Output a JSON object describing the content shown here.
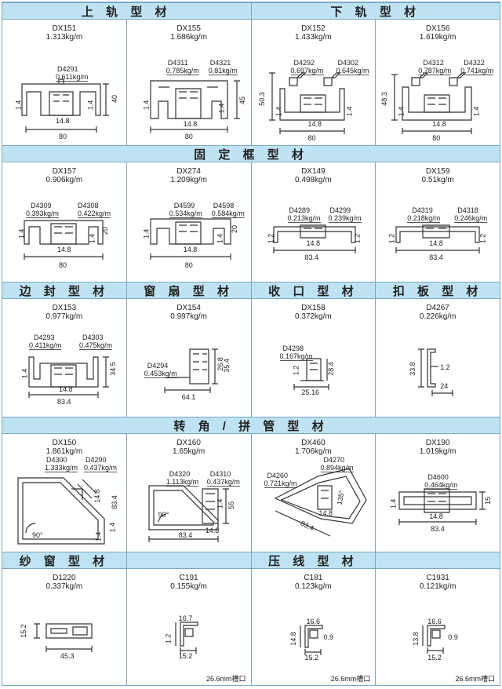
{
  "headers": {
    "row1": [
      "上 轨 型 材",
      "下 轨 型 材"
    ],
    "row2": [
      "固 定 框 型 材"
    ],
    "row3": [
      "边 封 型 材",
      "窗 扇 型 材",
      "收 口 型 材",
      "扣 板 型 材"
    ],
    "row4": [
      "转 角 / 拼 管 型 材"
    ],
    "row5": [
      "纱 窗 型 材",
      "压 线 型 材"
    ]
  },
  "profiles": {
    "dx151": {
      "code": "DX151",
      "weight": "1.313kg/m",
      "sub": [
        "D4291",
        "0.611kg/m"
      ],
      "dims": [
        "40",
        "1.4",
        "14.8",
        "1.4",
        "80"
      ]
    },
    "dx155": {
      "code": "DX155",
      "weight": "1.686kg/m",
      "sub": [
        "D4311",
        "0.785kg/m",
        "D4321",
        "0.81kg/m"
      ],
      "dims": [
        "1.4",
        "14.8",
        "45",
        "1.4",
        "80"
      ]
    },
    "dx152": {
      "code": "DX152",
      "weight": "1.433kg/m",
      "sub": [
        "D4292",
        "0.697kg/m",
        "D4302",
        "0.645kg/m"
      ],
      "dims": [
        "50.3",
        "1.4",
        "14.8",
        "1.4",
        "80"
      ]
    },
    "dx156": {
      "code": "DX156",
      "weight": "1.619kg/m",
      "sub": [
        "D4312",
        "0.787kg/m",
        "D4322",
        "0.741kg/m"
      ],
      "dims": [
        "48.3",
        "1.4",
        "14.8",
        "1.4",
        "80"
      ]
    },
    "dx157": {
      "code": "DX157",
      "weight": "0.906kg/m",
      "sub": [
        "D4309",
        "0.393kg/m",
        "D4308",
        "0.422kg/m"
      ],
      "dims": [
        "1.4",
        "20",
        "1.4",
        "14.8",
        "80"
      ]
    },
    "dx274": {
      "code": "DX274",
      "weight": "1.209kg/m",
      "sub": [
        "D4599",
        "0.534kg/m",
        "D4598",
        "0.584kg/m"
      ],
      "dims": [
        "1.4",
        "20",
        "1.4",
        "14.8",
        "80"
      ]
    },
    "dx149": {
      "code": "DX149",
      "weight": "0.498kg/m",
      "sub": [
        "D4289",
        "0.213kg/m",
        "D4299",
        "0.239kg/m"
      ],
      "dims": [
        "1.2",
        "1.2",
        "14.8",
        "83.4"
      ]
    },
    "dx159": {
      "code": "DX159",
      "weight": "0.51kg/m",
      "sub": [
        "D4319",
        "0.218kg/m",
        "D4318",
        "0.246kg/m"
      ],
      "dims": [
        "1.2",
        "1.2",
        "14.8",
        "83.4"
      ]
    },
    "dx153": {
      "code": "DX153",
      "weight": "0.977kg/m",
      "sub": [
        "D4293",
        "0.411kg/m",
        "D4303",
        "0.475kg/m"
      ],
      "dims": [
        "1.4",
        "34.5",
        "14.8",
        "83.4"
      ]
    },
    "dx154": {
      "code": "DX154",
      "weight": "0.997kg/m",
      "sub": [
        "D4294",
        "0.453kg/m"
      ],
      "dims": [
        "26.8",
        "35.4",
        "64.1"
      ]
    },
    "dx158": {
      "code": "DX158",
      "weight": "0.372kg/m",
      "sub": [
        "D4298",
        "0.167kg/m"
      ],
      "dims": [
        "1.2",
        "28.4",
        "25.16"
      ]
    },
    "d4267": {
      "code": "D4267",
      "weight": "0.226kg/m",
      "dims": [
        "33.8",
        "1.2",
        "24"
      ]
    },
    "dx150": {
      "code": "DX150",
      "weight": "1.861kg/m",
      "sub": [
        "D4300",
        "1.333kg/m",
        "D4290",
        "0.437kg/m"
      ],
      "dims": [
        "14.8",
        "83.4",
        "1.4",
        "1.4",
        "90°"
      ]
    },
    "dx160": {
      "code": "DX160",
      "weight": "1.65kg/m",
      "sub": [
        "D4320",
        "1.113kg/m",
        "D4310",
        "0.437kg/m"
      ],
      "dims": [
        "1.4",
        "55",
        "14.8",
        "83.4",
        "90°"
      ]
    },
    "dx460": {
      "code": "DX460",
      "weight": "1.706kg/m",
      "sub": [
        "D4270",
        "0.894kg/m",
        "D4260",
        "0.721kg/m"
      ],
      "dims": [
        "135°",
        "83.4",
        "14.8"
      ]
    },
    "dx190": {
      "code": "DX190",
      "weight": "1.019kg/m",
      "sub": [
        "D4600",
        "0.464kg/m"
      ],
      "dims": [
        "1.4",
        "15",
        "14.8",
        "83.4"
      ]
    },
    "d1220": {
      "code": "D1220",
      "weight": "0.337kg/m",
      "dims": [
        "15.2",
        "45.3"
      ]
    },
    "c191": {
      "code": "C191",
      "weight": "0.155kg/m",
      "dims": [
        "16.7",
        "1.2",
        "15.2"
      ],
      "note": "26.6mm槽口"
    },
    "c181": {
      "code": "C181",
      "weight": "0.123kg/m",
      "dims": [
        "16.6",
        "0.9",
        "14.8",
        "15.2"
      ],
      "note": "26.6mm槽口"
    },
    "c1931": {
      "code": "C1931",
      "weight": "0.121kg/m",
      "dims": [
        "13.8",
        "16.6",
        "0.9",
        "15.2"
      ],
      "note": "26.6mm槽口"
    }
  }
}
